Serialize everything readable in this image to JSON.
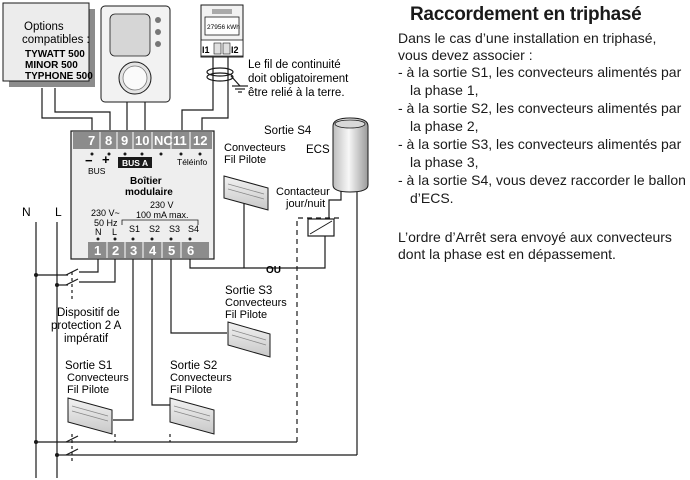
{
  "compat": {
    "title_line1": "Options",
    "title_line2": "compatibles :",
    "models": [
      "TYWATT 500",
      "MINOR 500",
      "TYPHONE 500"
    ]
  },
  "box": {
    "terminals_top": [
      "7",
      "8",
      "9",
      "10",
      "NC",
      "11",
      "12"
    ],
    "bus_minus": "−",
    "bus_plus": "+",
    "bus_label": "BUS",
    "bus_a": "BUS A",
    "teleinfo": "Téléinfo",
    "title_line1": "Boîtier",
    "title_line2": "modulaire",
    "power_line1": "230 V~",
    "power_line2": "50 Hz",
    "out_line1": "230 V",
    "out_line2": "100 mA max.",
    "bottom_labels": [
      "N",
      "L",
      "S1",
      "S2",
      "S3",
      "S4"
    ],
    "terminals_bottom": [
      "1",
      "2",
      "3",
      "4",
      "5",
      "6"
    ]
  },
  "meter": {
    "display": "27956 kWh",
    "i1": "I1",
    "i2": "I2"
  },
  "continuity_note": [
    "Le fil de continuité",
    "doit obligatoirement",
    "être relié à la terre."
  ],
  "labels": {
    "n": "N",
    "l": "L",
    "ou": "OU",
    "ecs": "ECS",
    "s4": "Sortie S4",
    "contactor": [
      "Contacteur",
      "jour/nuit"
    ],
    "conv_top": [
      "Convecteurs",
      "Fil Pilote"
    ],
    "s3": [
      "Sortie S3",
      "Convecteurs",
      "Fil Pilote"
    ],
    "s1": [
      "Sortie S1",
      "Convecteurs",
      "Fil Pilote"
    ],
    "s2": [
      "Sortie S2",
      "Convecteurs",
      "Fil Pilote"
    ],
    "protection": [
      "Dispositif de",
      "protection 2 A",
      "impératif"
    ]
  },
  "panel": {
    "title": "Raccordement en triphasé",
    "intro": "Dans le cas d’une installation en triphasé, vous devez associer :",
    "items": [
      "- à la sortie S1, les convecteurs alimentés par la phase 1,",
      "- à la sortie S2, les convecteurs alimentés par la phase 2,",
      "- à la sortie S3, les convecteurs alimentés par la phase 3,",
      "- à la sortie S4, vous devez raccorder le ballon d’ECS."
    ],
    "footnote": "L’ordre d’Arrêt sera envoyé aux convecteurs dont la phase est en dépassement."
  },
  "colors": {
    "line": "#1a1a1a",
    "terminal_fill": "#8c8c8c",
    "box_fill": "#eeeeee",
    "bus_badge": "#1a1a1a"
  }
}
